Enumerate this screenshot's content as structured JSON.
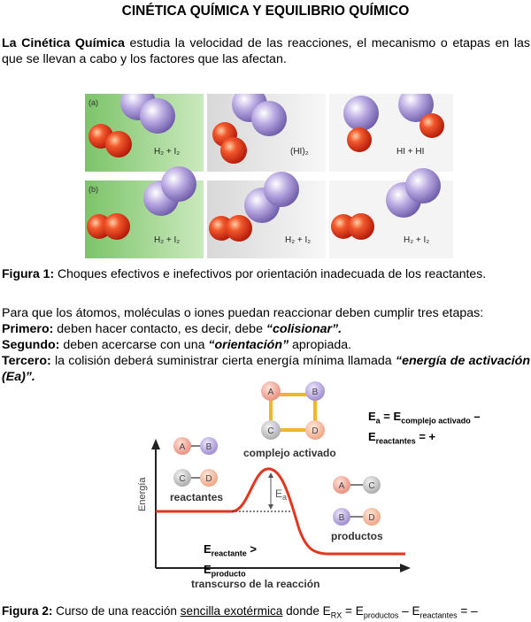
{
  "title": "CINÉTICA QUÍMICA Y EQUILIBRIO QUÍMICO",
  "intro": {
    "bold": "La Cinética Química",
    "rest": " estudia la velocidad de las reacciones, el mecanismo o etapas en las que se llevan a cabo y los factores que las afectan."
  },
  "figure1": {
    "row_a_label": "(a)",
    "row_b_label": "(b)",
    "panel_labels_a": [
      "H₂ + I₂",
      "(HI)₂",
      "HI + HI"
    ],
    "panel_labels_b": [
      "H₂ + I₂",
      "H₂ + I₂",
      "H₂ + I₂"
    ],
    "caption_bold": "Figura 1:",
    "caption_text": " Choques efectivos e inefectivos por orientación inadecuada de los reactantes."
  },
  "stages": {
    "intro": "Para que los átomos, moléculas o iones puedan reaccionar deben cumplir tres etapas:",
    "first_label": "Primero:",
    "first_text": " deben hacer contacto, es decir, debe ",
    "first_emph": "“colisionar”.",
    "second_label": "Segundo:",
    "second_text": " deben acercarse con una ",
    "second_emph": "“orientación”",
    "second_tail": " apropiada.",
    "third_label": "Tercero:",
    "third_text": " la colisión deberá suministrar cierta energía mínima llamada ",
    "third_emph": "“energía de activación (Ea)”."
  },
  "figure2": {
    "ylabel": "Energía",
    "xlabel": "transcurso de la reacción",
    "reactants_label": "reactantes",
    "products_label": "productos",
    "complex_label": "complejo activado",
    "ea_label": "Ea",
    "atoms": {
      "A": "A",
      "B": "B",
      "C": "C",
      "D": "D"
    },
    "eq_ea_left": "E",
    "eq_ea_left_sub": "a",
    "eq_ea_mid": " = E",
    "eq_ea_mid_sub": "complejo activado",
    "eq_ea_dash": " –",
    "eq_ea_line2": "E",
    "eq_ea_line2_sub": "reactantes",
    "eq_ea_line2_tail": " = +",
    "cmp_line1": "E",
    "cmp_line1_sub": "reactante",
    "cmp_line1_tail": " >",
    "cmp_line2": "E",
    "cmp_line2_sub": "producto",
    "caption_bold": "Figura 2:",
    "caption_pre": " Curso de una reacción ",
    "caption_u": "sencilla exotérmica",
    "caption_mid": " donde E",
    "caption_sub_rx": "RX",
    "caption_eq1": " = E",
    "caption_sub_prod": "productos",
    "caption_minus": " – E",
    "caption_sub_react": "reactantes",
    "caption_tail": " = –"
  },
  "colors": {
    "red_atom": "#e8321c",
    "purple_atom": "#a996d8",
    "green_panel": "#9fd68e",
    "gray_panel": "#ececec",
    "curve": "#e8321c",
    "square": "#f0b62a"
  }
}
